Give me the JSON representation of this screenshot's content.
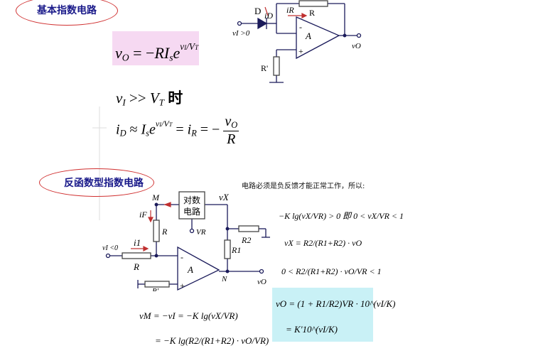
{
  "section1": {
    "title": "基本指数电路",
    "eq_main": "vO = −RIse^(vI/VT)",
    "condition_lhs": "vI >> VT",
    "condition_word": "时",
    "eq_approx": "iD ≈ Ise^(vI/VT) = iR = −vO / R",
    "circuit_labels": {
      "diode": "D",
      "diode_current": "iD",
      "feedback_current": "iR",
      "feedback_resistor": "R",
      "input": "vI >0",
      "amp": "A",
      "minus": "-",
      "plus": "+",
      "ground_resistor": "R'",
      "output": "vO"
    }
  },
  "section2": {
    "title": "反函数型指数电路",
    "note": "电路必须是负反馈才能正常工作，所以:",
    "circuit_labels": {
      "node_m": "M",
      "node_x": "vX",
      "block_line1": "对数",
      "block_line2": "电路",
      "ref": "VR",
      "feedback_current": "iF",
      "feedback_resistor": "R",
      "input": "vI <0",
      "input_current": "i1",
      "input_resistor": "R",
      "r2": "R2",
      "r1": "R1",
      "amp": "A",
      "minus": "-",
      "plus": "+",
      "ground_resistor": "R'",
      "node_n": "N",
      "output": "vO"
    },
    "eq_condition": "−K lg(vX/VR) > 0 即 0 < vX/VR < 1",
    "eq_vx": "vX = R2/(R1+R2) · vO",
    "eq_range": "0 < R2/(R1+R2) · vO/VR < 1",
    "eq_vm1": "vM = −vI = −K lg(vX/VR)",
    "eq_vm2": "= −K lg(R2/(R1+R2) · vO/VR)",
    "eq_result1": "vO = (1 + R1/R2)VR · 10^(vI/K)",
    "eq_result2": "= K'10^(vI/K)"
  },
  "colors": {
    "oval": "#d03030",
    "title": "#1a1a8a",
    "highlight_pink": "#f6d9f2",
    "highlight_cyan": "#c9f1f6",
    "wire": "#1a1a5a",
    "resistor": "#444444",
    "arrow": "#c03030"
  }
}
